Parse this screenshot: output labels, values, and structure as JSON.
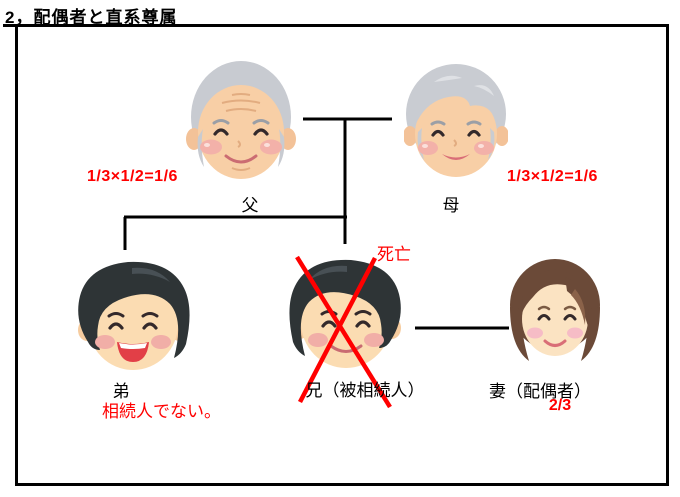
{
  "title": "2，配偶者と直系尊属",
  "colors": {
    "highlight_red": "#FF0000",
    "line_black": "#000000",
    "background": "#FFFFFF"
  },
  "diagram": {
    "father": {
      "label": "父",
      "formula": "1/3×1/2=1/6"
    },
    "mother": {
      "label": "母",
      "formula": "1/3×1/2=1/6"
    },
    "younger_brother": {
      "label": "弟",
      "note": "相続人でない。"
    },
    "elder_brother": {
      "label": "兄（被相続人）",
      "status": "死亡"
    },
    "wife": {
      "label": "妻（配偶者）",
      "share": "2/3"
    }
  },
  "icons": {
    "father": "elderly-man-face",
    "mother": "elderly-woman-face",
    "younger_brother": "young-man-laughing-face",
    "elder_brother": "young-man-smiling-face",
    "wife": "woman-bob-hair-face",
    "deceased_mark": "red-cross"
  }
}
